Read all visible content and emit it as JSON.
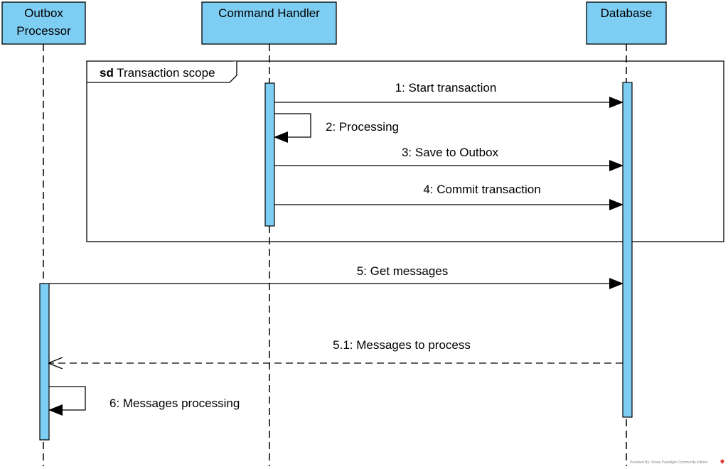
{
  "colors": {
    "participant_fill": "#7ECEF4",
    "line": "#000000"
  },
  "participants": [
    {
      "lines": [
        "Outbox",
        "Processor"
      ]
    },
    {
      "lines": [
        "Command Handler"
      ]
    },
    {
      "lines": [
        "Database"
      ]
    }
  ],
  "frame": {
    "keyword": "sd",
    "title": "Transaction scope"
  },
  "messages": [
    {
      "label": "1: Start transaction"
    },
    {
      "label": "2: Processing"
    },
    {
      "label": "3: Save to Outbox"
    },
    {
      "label": "4: Commit transaction"
    },
    {
      "label": "5: Get messages"
    },
    {
      "label": "5.1: Messages to process"
    },
    {
      "label": "6: Messages processing"
    }
  ],
  "watermark": "Powered By: Visual Paradigm Community Edition"
}
